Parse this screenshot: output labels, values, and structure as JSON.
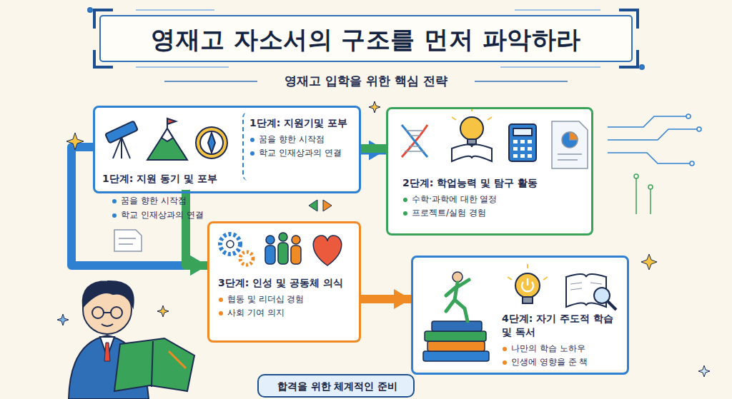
{
  "diagram": {
    "title": "영재고 자소서의 구조를 먼저 파악하라",
    "nodes": [
      {
        "text": [
          "1단계: 지원 동기 및 포부"
        ]
      },
      {
        "text": [
          "1단계: 지원기및 포부",
          "꿈을 향한 시작점",
          "학교 인재상과의 연결"
        ],
        "in": 0
      },
      {
        "text": [
          "2단계: 학업능력 및 탐구 활동",
          "수학·과학에 대한 열정",
          "프로젝트/실험 경험"
        ]
      },
      {
        "text": [
          "3단계: 인성 및 공동체 의식",
          "협동 및 리더십 경험",
          "사회 기여 의지"
        ]
      },
      {
        "text": [
          "4단계: 자기 주도적 학습 및 독서",
          "나만의 학습 노하우",
          "인생에 영향을 준 책"
        ]
      },
      {
        "text": [
          "합격을 위한 체계적인 준비"
        ]
      }
    ],
    "edges": [
      {
        "from": 0,
        "to": 2,
        "arrow": "to"
      },
      {
        "from": 0,
        "to": 3,
        "arrow": "to"
      },
      {
        "from": 2,
        "to": 3,
        "arrow": "to"
      },
      {
        "from": 3,
        "to": 4,
        "arrow": "to"
      }
    ],
    "labels": [
      "영재고 입학을 위한 핵심 전략",
      "꿈을 향한 시작점",
      "학교 인재상과의 연결"
    ]
  }
}
